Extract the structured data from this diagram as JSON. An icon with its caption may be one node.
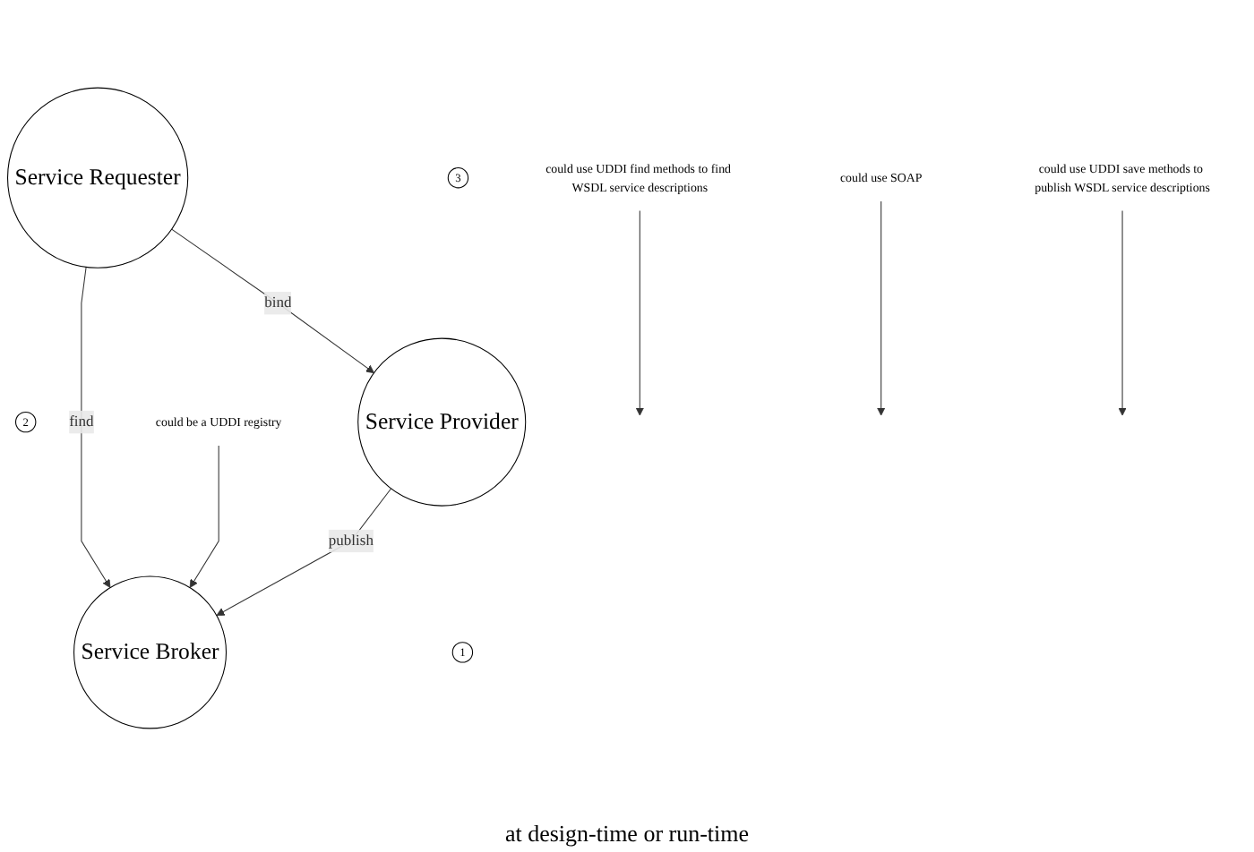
{
  "diagram": {
    "nodes": [
      {
        "text": [
          "could use UDDI find methods to find WSDL service descriptions"
        ]
      },
      {
        "text": [
          "Service Requester"
        ]
      },
      {
        "text": [
          "could use SOAP"
        ]
      },
      {
        "text": [
          "3"
        ]
      },
      {
        "text": [
          "2"
        ]
      },
      {
        "text": [
          "Service Broker"
        ]
      },
      {
        "text": [
          "Service Provider"
        ]
      },
      {
        "text": [
          "1"
        ]
      },
      {
        "text": [
          "could be a UDDI registry"
        ]
      },
      {
        "text": [
          "could use UDDI save methods to publish WSDL service descriptions"
        ]
      }
    ],
    "edges": [
      {
        "from": 1,
        "to": 5,
        "label": "find",
        "arrow": "to"
      },
      {
        "from": 1,
        "to": 6,
        "label": "bind",
        "arrow": "to"
      },
      {
        "from": 6,
        "to": 5,
        "label": "publish",
        "arrow": "to"
      },
      {
        "from": 0,
        "to": null,
        "arrow": "to"
      },
      {
        "from": 2,
        "to": null,
        "arrow": "to"
      },
      {
        "from": 8,
        "to": 5,
        "arrow": "to"
      },
      {
        "from": 9,
        "to": null,
        "arrow": "to"
      }
    ],
    "labels": [
      "at design-time or run-time"
    ]
  }
}
